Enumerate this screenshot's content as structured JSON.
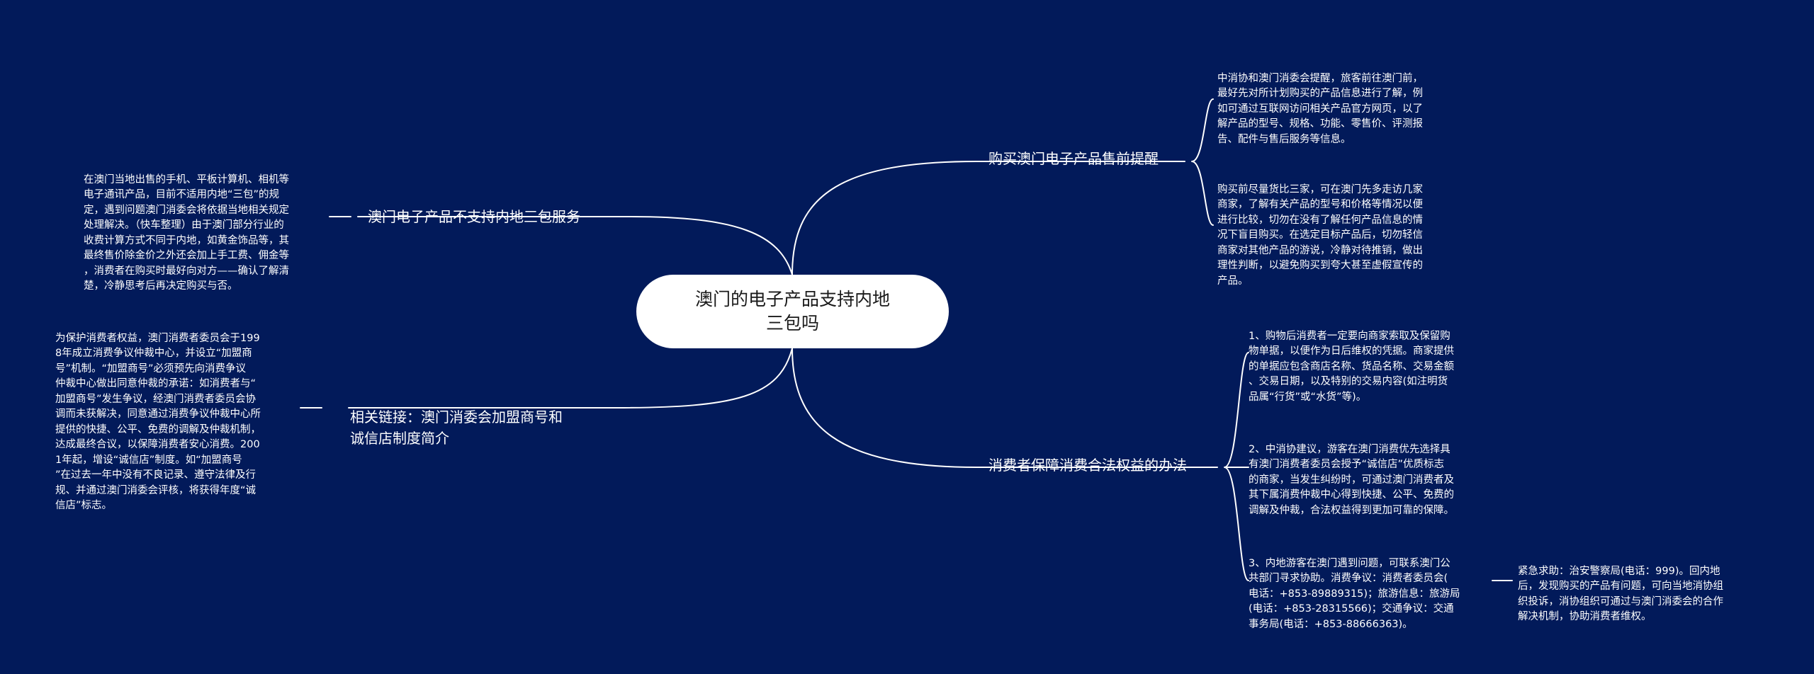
{
  "root": {
    "label": "澳门的电子产品支持内地\n三包吗"
  },
  "branches": {
    "presale": {
      "label": "购买澳门电子产品售前提醒",
      "leaves": [
        "中消协和澳门消委会提醒，旅客前往澳门前，\n最好先对所计划购买的产品信息进行了解，例\n如可通过互联网访问相关产品官方网页，以了\n解产品的型号、规格、功能、零售价、评测报\n告、配件与售后服务等信息。",
        "购买前尽量货比三家，可在澳门先多走访几家\n商家，了解有关产品的型号和价格等情况以便\n进行比较，切勿在没有了解任何产品信息的情\n况下盲目购买。在选定目标产品后，切勿轻信\n商家对其他产品的游说，冷静对待推销，做出\n理性判断，以避免购买到夸大甚至虚假宣传的\n产品。"
      ]
    },
    "rights": {
      "label": "消费者保障消费合法权益的办法",
      "leaves": [
        "1、购物后消费者一定要向商家索取及保留购\n物单据，以便作为日后维权的凭据。商家提供\n的单据应包含商店名称、货品名称、交易金额\n、交易日期，以及特别的交易内容(如注明货\n品属“行货”或“水货”等)。",
        "2、中消协建议，游客在澳门消费优先选择具\n有澳门消费者委员会授予“诚信店”优质标志\n的商家，当发生纠纷时，可通过澳门消费者及\n其下属消费仲裁中心得到快捷、公平、免费的\n调解及仲裁，合法权益得到更加可靠的保障。",
        "3、内地游客在澳门遇到问题，可联系澳门公\n共部门寻求协助。消费争议：消费者委员会(\n电话：+853-89889315)；旅游信息：旅游局\n(电话：+853-28315566)；交通争议：交通\n事务局(电话：+853-88666363)。"
      ],
      "subleaf": "紧急求助：治安警察局(电话：999)。回内地\n后，发现购买的产品有问题，可向当地消协组\n织投诉，消协组织可通过与澳门消委会的合作\n解决机制，协助消费者维权。"
    },
    "nosanbao": {
      "label": "澳门电子产品不支持内地三包服务",
      "leaf": "在澳门当地出售的手机、平板计算机、相机等\n电子通讯产品，目前不适用内地“三包”的规\n定，遇到问题澳门消委会将依据当地相关规定\n处理解决。（快车整理）由于澳门部分行业的\n收费计算方式不同于内地，如黄金饰品等，其\n最终售价除金价之外还会加上手工费、佣金等\n，消费者在购买时最好向对方——确认了解清\n楚，冷静思考后再决定购买与否。"
    },
    "related": {
      "label": "相关链接：澳门消委会加盟商号和\n诚信店制度简介",
      "leaf": "为保护消费者权益，澳门消费者委员会于199\n8年成立消费争议仲裁中心，并设立“加盟商\n号”机制。“加盟商号”必须预先向消费争议\n仲裁中心做出同意仲裁的承诺：如消费者与“\n加盟商号”发生争议，经澳门消费者委员会协\n调而未获解决，同意通过消费争议仲裁中心所\n提供的快捷、公平、免费的调解及仲裁机制，\n达成最终合议，以保障消费者安心消费。200\n1年起，增设“诚信店”制度。如“加盟商号\n”在过去一年中没有不良记录、遵守法律及行\n规、并通过澳门消委会评核，将获得年度“诚\n信店”标志。"
    }
  },
  "colors": {
    "background": "#021a5a",
    "line": "#ffffff",
    "root_fill": "#ffffff"
  }
}
